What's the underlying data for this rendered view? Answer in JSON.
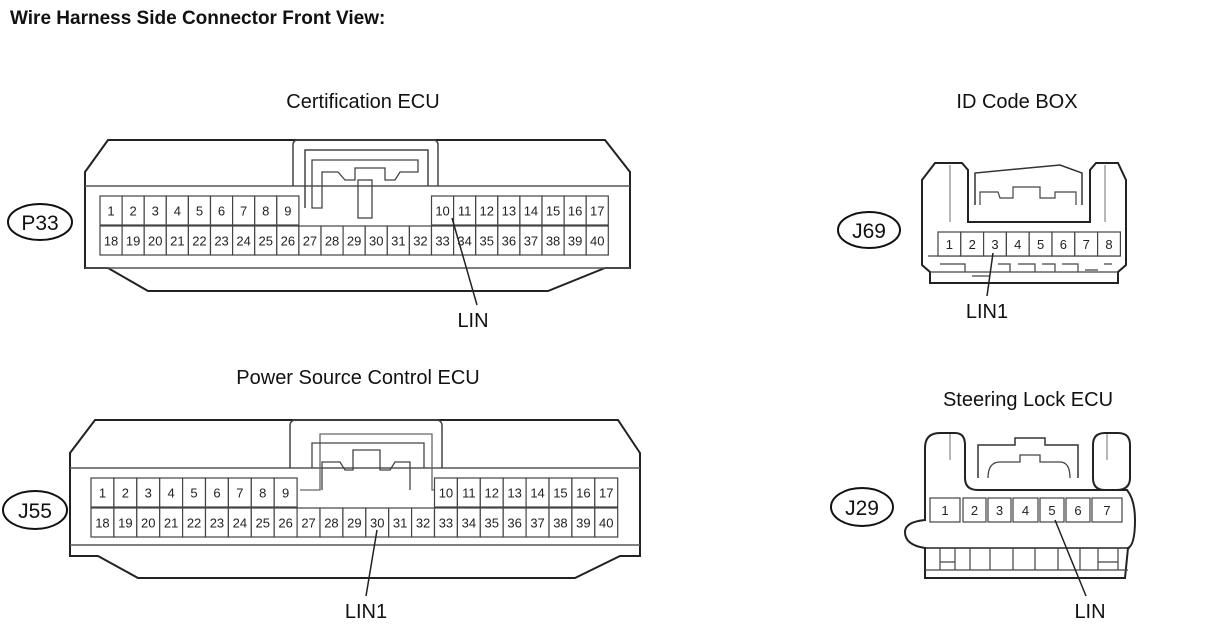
{
  "page_title": "Wire Harness Side Connector Front View:",
  "connectors": [
    {
      "key": "p33",
      "name": "Certification ECU",
      "code": "P33",
      "top_row": [
        "1",
        "2",
        "3",
        "4",
        "5",
        "6",
        "7",
        "8",
        "9",
        "",
        "",
        "",
        "",
        "",
        "",
        "",
        "10",
        "11",
        "12",
        "13",
        "14",
        "15",
        "16",
        "17"
      ],
      "bottom_row": [
        "18",
        "19",
        "20",
        "21",
        "22",
        "23",
        "24",
        "25",
        "26",
        "27",
        "28",
        "29",
        "30",
        "31",
        "32",
        "33",
        "34",
        "35",
        "36",
        "37",
        "38",
        "39",
        "40"
      ],
      "callout": {
        "label": "LIN",
        "pin": "10"
      }
    },
    {
      "key": "j55",
      "name": "Power Source Control ECU",
      "code": "J55",
      "top_row": [
        "1",
        "2",
        "3",
        "4",
        "5",
        "6",
        "7",
        "8",
        "9",
        "10",
        "11",
        "12",
        "13",
        "14",
        "15",
        "16",
        "17"
      ],
      "bottom_row": [
        "18",
        "19",
        "20",
        "21",
        "22",
        "23",
        "24",
        "25",
        "26",
        "27",
        "28",
        "29",
        "30",
        "31",
        "32",
        "33",
        "34",
        "35",
        "36",
        "37",
        "38",
        "39",
        "40"
      ],
      "callout": {
        "label": "LIN1",
        "pin": "30"
      }
    },
    {
      "key": "j69",
      "name": "ID Code BOX",
      "code": "J69",
      "pins": [
        "1",
        "2",
        "3",
        "4",
        "5",
        "6",
        "7",
        "8"
      ],
      "callout": {
        "label": "LIN1",
        "pin": "3"
      }
    },
    {
      "key": "j29",
      "name": "Steering Lock ECU",
      "code": "J29",
      "pins": [
        "1",
        "2",
        "3",
        "4",
        "5",
        "6",
        "7"
      ],
      "callout": {
        "label": "LIN",
        "pin": "5"
      }
    }
  ]
}
